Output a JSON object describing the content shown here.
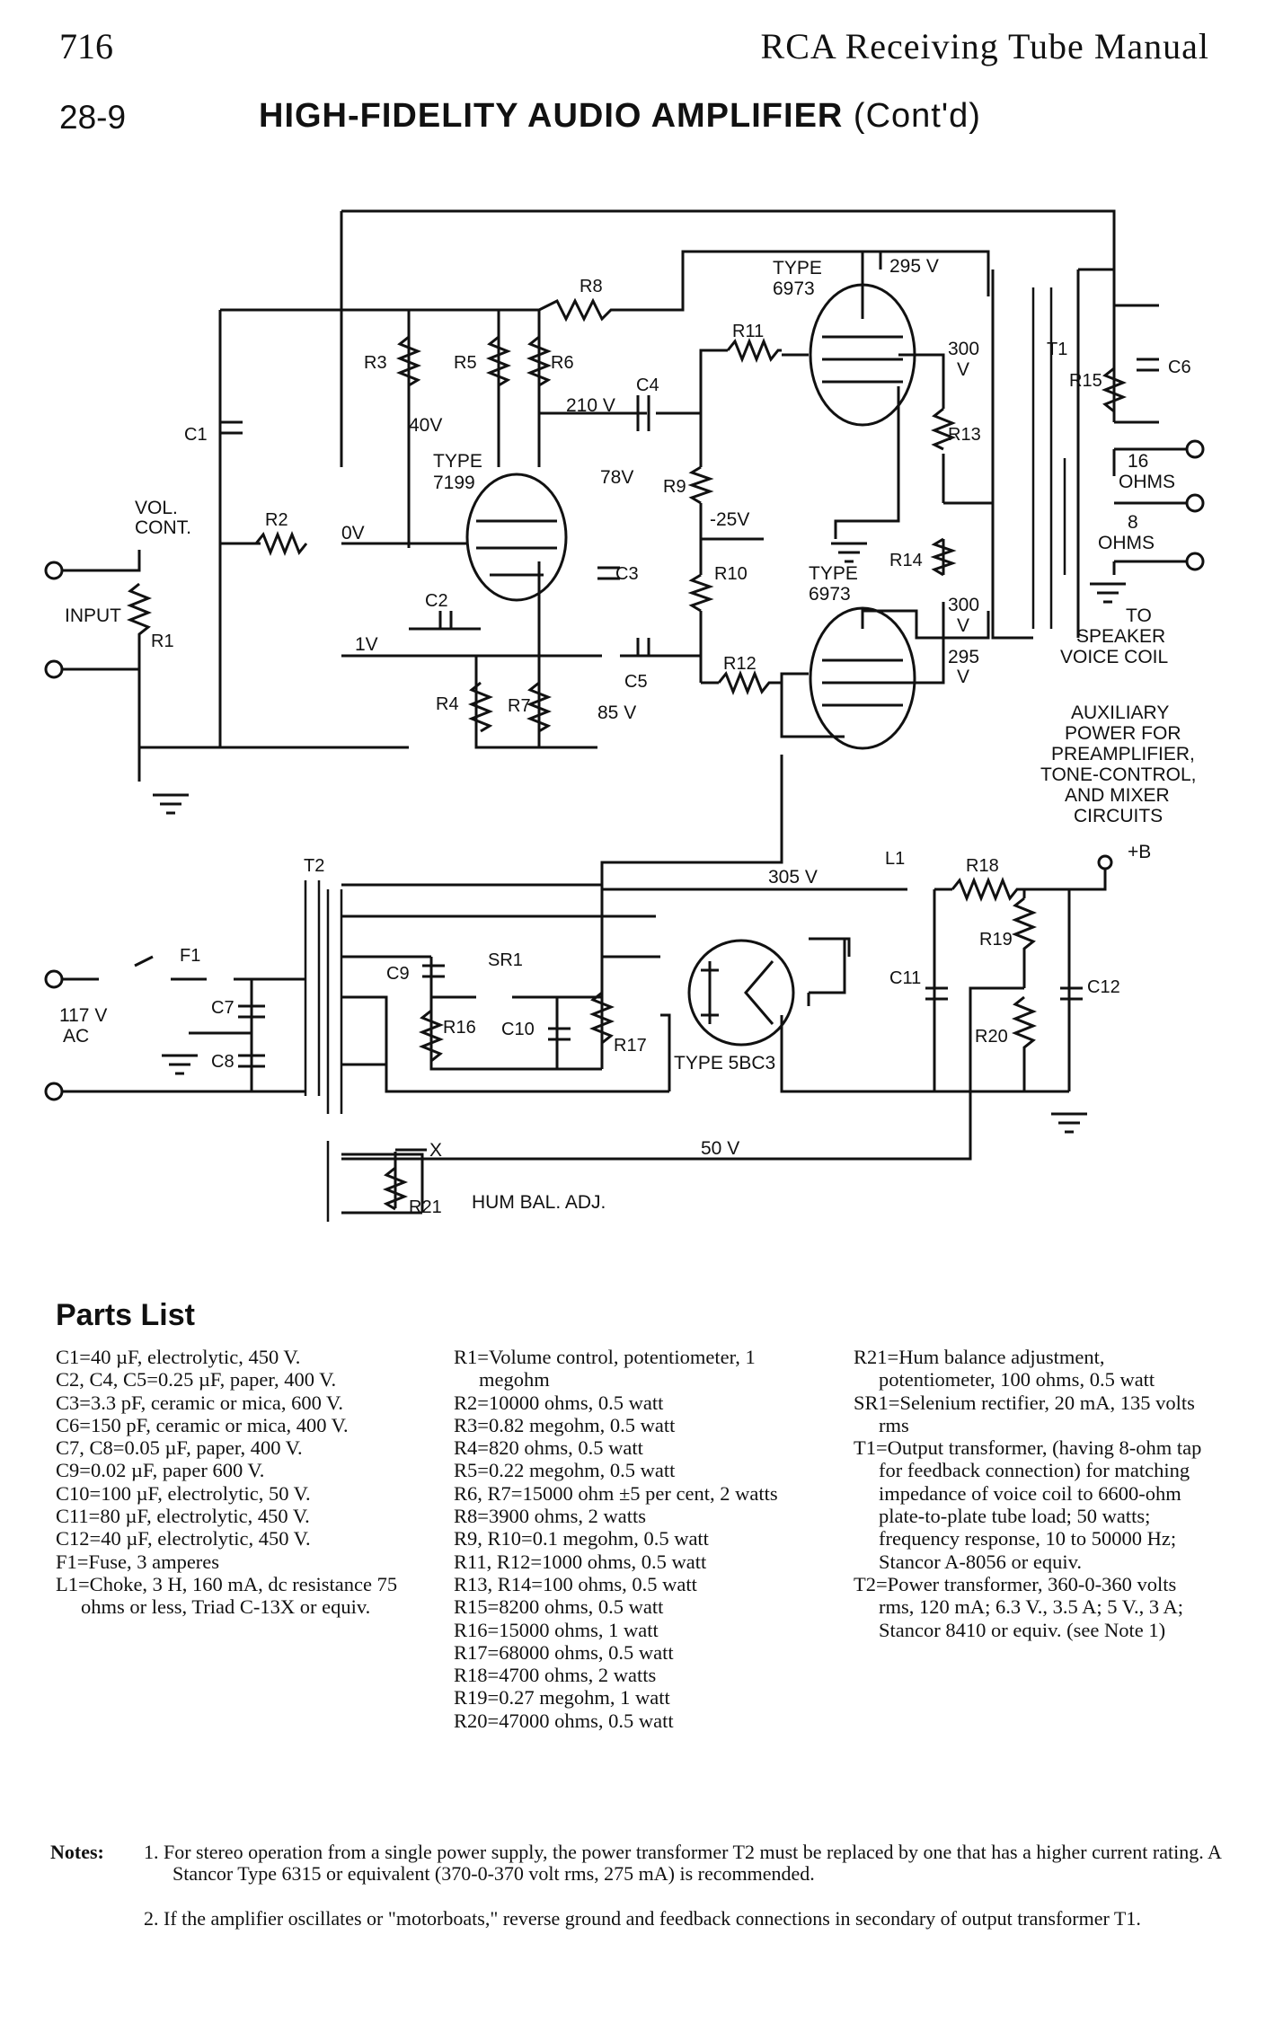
{
  "header": {
    "page_number": "716",
    "manual_title": "RCA Receiving Tube Manual"
  },
  "section": {
    "number": "28-9",
    "title": "HIGH-FIDELITY AUDIO AMPLIFIER",
    "title_suffix": "(Cont'd)"
  },
  "schematic": {
    "labels": {
      "type_6973_upper": [
        "TYPE",
        "6973"
      ],
      "type_6973_lower": [
        "TYPE",
        "6973"
      ],
      "type_7199": [
        "TYPE",
        "7199"
      ],
      "type_5bc3": "TYPE 5BC3",
      "v295_top": "295 V",
      "v300_a": [
        "300",
        "V"
      ],
      "v300_b": [
        "300",
        "V"
      ],
      "v295_b": [
        "295",
        "V"
      ],
      "v40": "40V",
      "v210": "210 V",
      "v78": "78V",
      "vneg25": "-25V",
      "v0": "0V",
      "v1": "1V",
      "v85": "85 V",
      "v305": "305 V",
      "v50": "50 V",
      "vol_cont": [
        "VOL.",
        "CONT."
      ],
      "input": "INPUT",
      "ac117": [
        "117 V",
        "AC"
      ],
      "ohms16": [
        "16",
        "OHMS"
      ],
      "ohms8": [
        "8",
        "OHMS"
      ],
      "to_speaker": [
        "TO",
        "SPEAKER",
        "VOICE COIL"
      ],
      "auxiliary": [
        "AUXILIARY",
        "POWER FOR",
        "PREAMPLIFIER,",
        "TONE-CONTROL,",
        "AND MIXER",
        "CIRCUITS"
      ],
      "plus_b": "+B",
      "hum_bal": "HUM BAL. ADJ.",
      "x_out": "X"
    },
    "components": {
      "R1": "R1",
      "R2": "R2",
      "R3": "R3",
      "R4": "R4",
      "R5": "R5",
      "R6": "R6",
      "R7": "R7",
      "R8": "R8",
      "R9": "R9",
      "R10": "R10",
      "R11": "R11",
      "R12": "R12",
      "R13": "R13",
      "R14": "R14",
      "R15": "R15",
      "R16": "R16",
      "R17": "R17",
      "R18": "R18",
      "R19": "R19",
      "R20": "R20",
      "R21": "R21",
      "C1": "C1",
      "C2": "C2",
      "C3": "C3",
      "C4": "C4",
      "C5": "C5",
      "C6": "C6",
      "C7": "C7",
      "C8": "C8",
      "C9": "C9",
      "C10": "C10",
      "C11": "C11",
      "C12": "C12",
      "T1": "T1",
      "T2": "T2",
      "L1": "L1",
      "F1": "F1",
      "SR1": "SR1"
    }
  },
  "parts_list": {
    "heading": "Parts List",
    "columns": [
      [
        "C1=40 µF, electrolytic, 450 V.",
        "C2, C4, C5=0.25 µF, paper, 400 V.",
        "C3=3.3 pF, ceramic or mica, 600 V.",
        "C6=150 pF, ceramic or mica, 400 V.",
        "C7, C8=0.05 µF, paper, 400 V.",
        "C9=0.02 µF, paper 600 V.",
        "C10=100 µF, electrolytic, 50 V.",
        "C11=80 µF, electrolytic, 450 V.",
        "C12=40 µF, electrolytic, 450 V.",
        "F1=Fuse, 3 amperes",
        "L1=Choke, 3 H, 160 mA, dc resistance 75 ohms or less, Triad C-13X or equiv."
      ],
      [
        "R1=Volume control, potentiometer, 1 megohm",
        "R2=10000 ohms, 0.5 watt",
        "R3=0.82 megohm, 0.5 watt",
        "R4=820 ohms, 0.5 watt",
        "R5=0.22 megohm, 0.5 watt",
        "R6, R7=15000 ohm ±5 per cent, 2 watts",
        "R8=3900 ohms, 2 watts",
        "R9, R10=0.1 megohm, 0.5 watt",
        "R11, R12=1000 ohms, 0.5 watt",
        "R13, R14=100 ohms, 0.5 watt",
        "R15=8200 ohms, 0.5 watt",
        "R16=15000 ohms, 1 watt",
        "R17=68000 ohms, 0.5 watt",
        "R18=4700 ohms, 2 watts",
        "R19=0.27 megohm, 1 watt",
        "R20=47000 ohms, 0.5 watt"
      ],
      [
        "R21=Hum balance adjustment, potentiometer, 100 ohms, 0.5 watt",
        "SR1=Selenium rectifier, 20 mA, 135 volts rms",
        "T1=Output transformer, (having 8-ohm tap for feedback connection) for matching impedance of voice coil to 6600-ohm plate-to-plate tube load; 50 watts; frequency response, 10 to 50000 Hz; Stancor A-8056 or equiv.",
        "T2=Power transformer, 360-0-360 volts rms, 120 mA; 6.3 V., 3.5 A; 5 V., 3 A; Stancor 8410 or equiv. (see Note 1)"
      ]
    ]
  },
  "notes": {
    "label": "Notes:",
    "items": [
      "1. For stereo operation from a single power supply, the power transformer T2 must be replaced by one that has a higher current rating. A Stancor Type 6315 or equivalent (370-0-370 volt rms, 275 mA) is recommended.",
      "2. If the amplifier oscillates or \"motorboats,\" reverse ground and feedback connections in secondary of output transformer T1."
    ]
  }
}
